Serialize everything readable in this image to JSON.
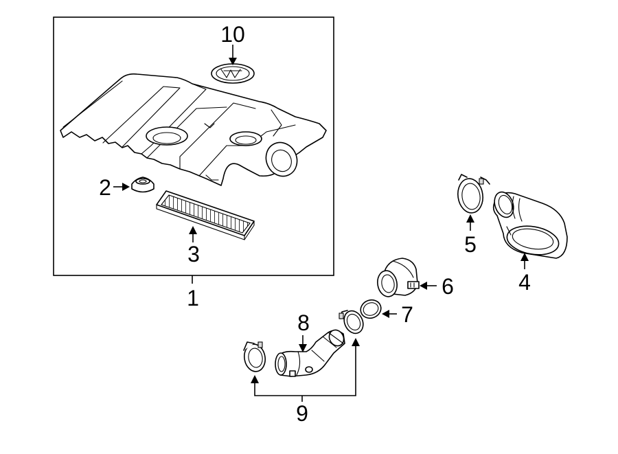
{
  "callouts": {
    "part1": "1",
    "part2": "2",
    "part3": "3",
    "part4": "4",
    "part5": "5",
    "part6": "6",
    "part7": "7",
    "part8": "8",
    "part9": "9",
    "part10": "10"
  },
  "parts": [
    {
      "callout": "1",
      "icon": "engine-cover-assembly-box"
    },
    {
      "callout": "2",
      "icon": "grommet-icon"
    },
    {
      "callout": "3",
      "icon": "air-filter-element-icon"
    },
    {
      "callout": "4",
      "icon": "intake-hose-elbow-icon"
    },
    {
      "callout": "5",
      "icon": "hose-clamp-icon"
    },
    {
      "callout": "6",
      "icon": "mass-air-flow-sensor-icon"
    },
    {
      "callout": "7",
      "icon": "o-ring-seal-icon"
    },
    {
      "callout": "8",
      "icon": "air-intake-duct-icon"
    },
    {
      "callout": "9",
      "icon": "hose-clamp-pair-icon"
    },
    {
      "callout": "10",
      "icon": "emblem-badge-icon"
    }
  ],
  "colors": {
    "line": "#000000",
    "background": "#ffffff"
  }
}
